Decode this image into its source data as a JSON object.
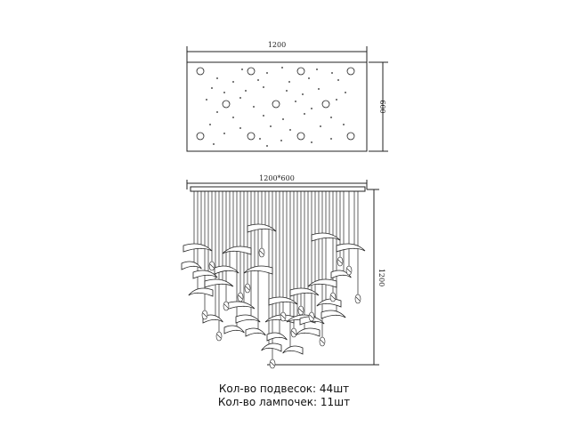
{
  "top_view": {
    "width_label": "1200",
    "height_label": "600"
  },
  "side_view": {
    "size_label": "1200*600",
    "height_label": "1200"
  },
  "specs": {
    "pendants_label": "Кол-во подвесок:",
    "pendants_value": "44шт",
    "lamps_label": "Кол-во лампочек:",
    "lamps_value": "11шт"
  },
  "colors": {
    "line": "#222222"
  }
}
